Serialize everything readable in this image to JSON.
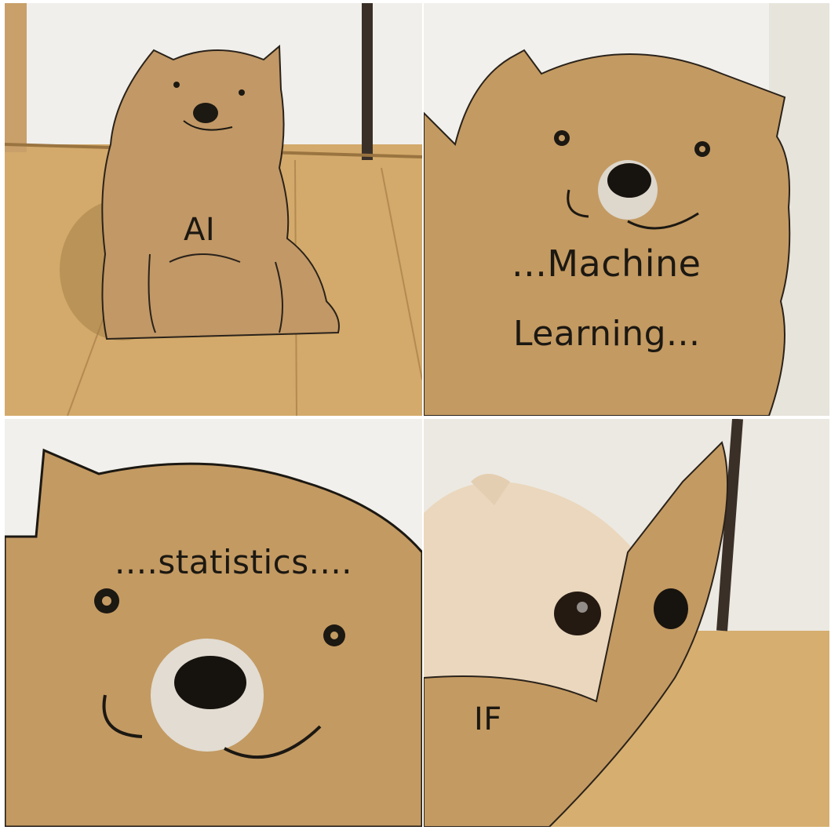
{
  "panels": [
    {
      "caption": "AI"
    },
    {
      "caption_line1": "...Machine",
      "caption_line2": "Learning..."
    },
    {
      "caption": "....statistics...."
    },
    {
      "caption": "IF"
    }
  ],
  "colors": {
    "cardboard": "#c39a62",
    "cardboard_dark": "#a8824d",
    "floor": "#d6ae6f",
    "wall": "#f1f0ec",
    "ink": "#1c1812",
    "dog_fur": "#ead7bd"
  }
}
